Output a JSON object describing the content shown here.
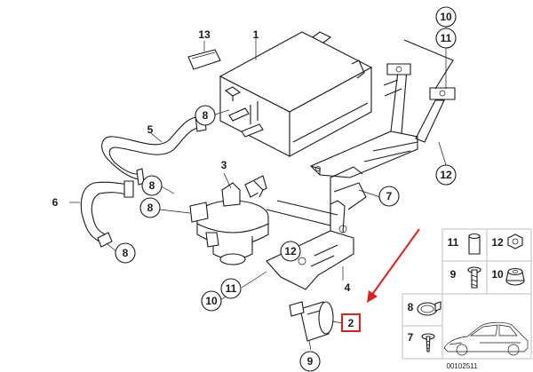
{
  "callouts": {
    "c13": "13",
    "c1": "1",
    "c8a": "8",
    "c5": "5",
    "c3": "3",
    "c8b": "8",
    "c8c": "8",
    "c6": "6",
    "c8d": "8",
    "c7": "7",
    "c12a": "12",
    "c11a": "11",
    "c10a": "10",
    "c4": "4",
    "c2": "2",
    "c9": "9",
    "c10b": "10",
    "c11b": "11",
    "c12b": "12"
  },
  "inset": {
    "labels": {
      "i11": "11",
      "i12": "12",
      "i9": "9",
      "i10": "10",
      "i8": "8",
      "i7": "7"
    }
  },
  "diagram_id": "00102511",
  "colors": {
    "line": "#1a1a1a",
    "highlight": "#e02020",
    "background": "#ffffff",
    "inset_border": "#bfbfbf"
  }
}
